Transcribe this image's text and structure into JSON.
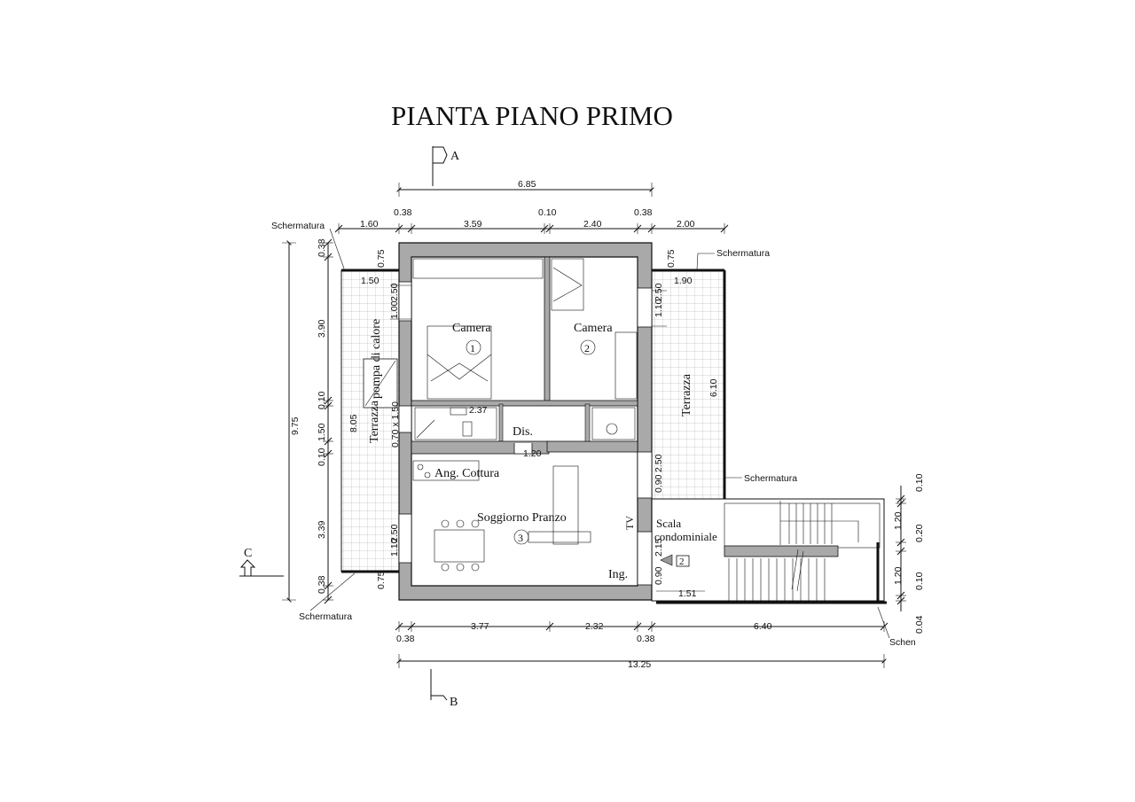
{
  "title": "PIANTA PIANO PRIMO",
  "section_markers": {
    "a": "A",
    "b": "B",
    "c": "C"
  },
  "rooms": {
    "camera_1": {
      "label": "Camera",
      "number": "1"
    },
    "camera_2": {
      "label": "Camera",
      "number": "2"
    },
    "disimpegno": "Dis.",
    "angolo_cottura": "Ang. Cottura",
    "soggiorno": {
      "label": "Soggiorno Pranzo",
      "number": "3"
    },
    "tv": "TV",
    "ingresso": "Ing.",
    "scala": [
      "Scala",
      "condominiale"
    ],
    "terrazza_left": "Terrazza",
    "terrazza_right": "Terrazza",
    "pompa": "pompa di calore",
    "entry_number": "2"
  },
  "labels": {
    "schermatura_top_left": "Schermatura",
    "schermatura_top_right": "Schermatura",
    "schermatura_mid_right": "Schermatura",
    "schermatura_bottom_left": "Schermatura",
    "schermatura_bottom_right": "Schen"
  },
  "dimensions": {
    "overall_top": "6.85",
    "top": [
      "1.60",
      "0.38",
      "3.59",
      "0.10",
      "2.40",
      "0.38",
      "2.00"
    ],
    "bottom": [
      "0.38",
      "3.77",
      "2.32",
      "0.38",
      "6.40"
    ],
    "overall_bottom": "13.25",
    "left_total": "9.75",
    "left": [
      "0.38",
      "3.90",
      "0.10",
      "1.50",
      "0.10",
      "3.39",
      "0.38"
    ],
    "terrazza_left_depth": "8.05",
    "terrazza_right_depth": "6.10",
    "right_stair": [
      "0.10",
      "1.20",
      "0.20",
      "1.20",
      "0.10",
      "0.04"
    ],
    "inner": {
      "w_top_left": "0.75",
      "w_150": "1.50",
      "w_1_00": "1.00",
      "w_2_50a": "2.50",
      "w_top_right": "0.75",
      "w_190": "1.90",
      "w_110a": "1.10",
      "w_2_50b": "2.50",
      "bath_237": "2.37",
      "bath_070": "0.70 x 1.50",
      "dis_120": "1.20",
      "w_090a": "0.90",
      "w_2_50c": "2.50",
      "w_2_50d": "2.50",
      "w_110b": "1.10",
      "bottom_075": "0.75",
      "ing_215": "2.15",
      "ing_090": "0.90",
      "ing_151": "1.51"
    }
  }
}
